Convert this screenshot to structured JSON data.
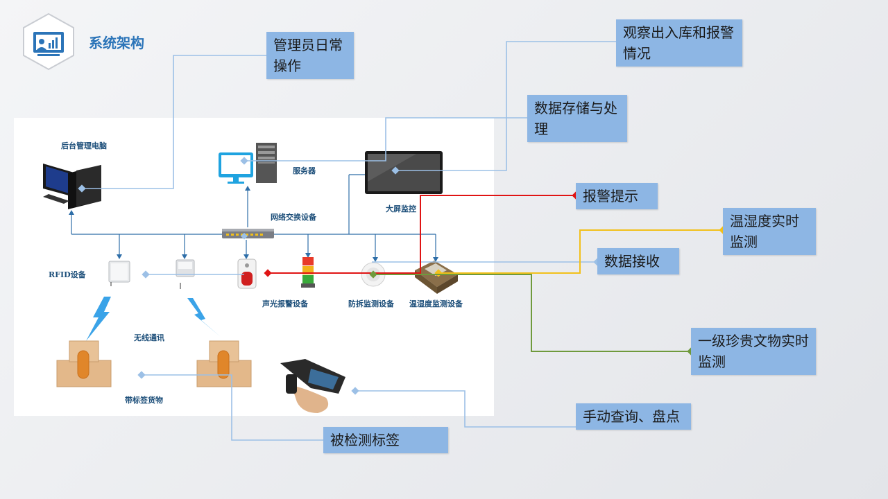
{
  "header": {
    "title": "系统架构",
    "logo_icon": "presentation-chart-icon"
  },
  "diagram": {
    "labels": {
      "admin_pc": "后台管理电脑",
      "server": "服务器",
      "big_screen": "大屏监控",
      "switch": "网络交换设备",
      "rfid": "RFID设备",
      "alarm": "声光报警设备",
      "tamper": "防拆监测设备",
      "temp": "温湿度监测设备",
      "wireless": "无线通讯",
      "tagged_goods": "带标签货物"
    }
  },
  "callouts": {
    "admin_ops": "管理员日常操作",
    "observe": "观察出入库和报警情况",
    "data_storage": "数据存储与处理",
    "alarm_tip": "报警提示",
    "temp_monitor": "温湿度实时监测",
    "data_receive": "数据接收",
    "relic_monitor": "一级珍贵文物实时监测",
    "manual_query": "手动查询、盘点",
    "detected_tag": "被检测标签"
  },
  "colors": {
    "title": "#2b74b8",
    "callout_bg": "#8db6e4",
    "connector_blue": "#9cc0e6",
    "alarm_red": "#e01414",
    "temp_yellow": "#f2c01a",
    "relic_green": "#6f9a3c",
    "diagram_line": "#2e6ea8"
  }
}
